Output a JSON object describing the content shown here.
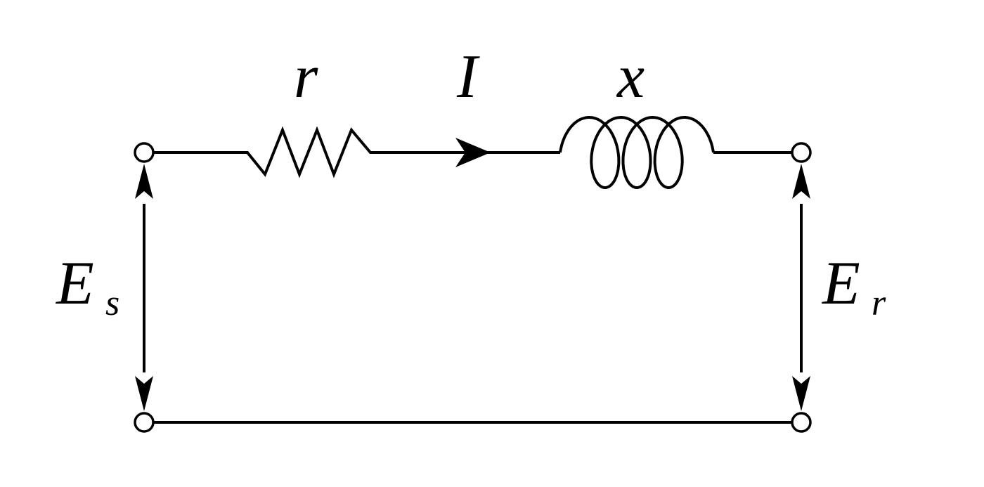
{
  "diagram": {
    "type": "equivalent-circuit",
    "labels": {
      "resistance": "r",
      "current": "I",
      "reactance": "x",
      "sending_voltage_main": "E",
      "sending_voltage_sub": "s",
      "receiving_voltage_main": "E",
      "receiving_voltage_sub": "r"
    },
    "colors": {
      "stroke": "#000000",
      "background": "#ffffff"
    }
  }
}
